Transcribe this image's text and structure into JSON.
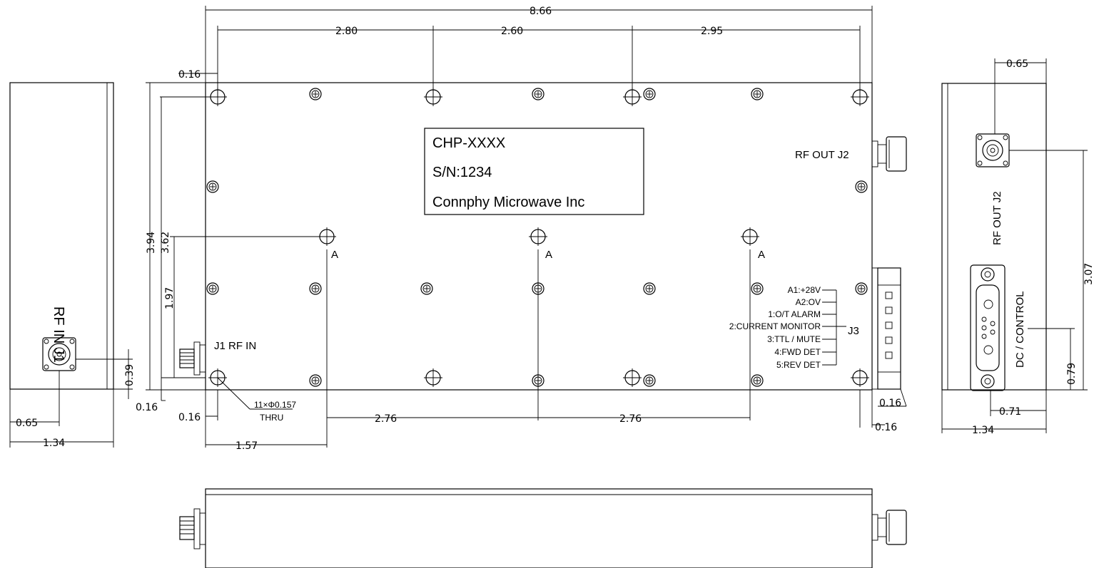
{
  "label_plate": {
    "model": "CHP-XXXX",
    "serial": "S/N:1234",
    "maker": "Connphy Microwave Inc"
  },
  "connectors": {
    "rf_out": "RF OUT J2",
    "rf_in": "J1 RF IN",
    "rf_in_side": "RF IN J1",
    "rf_out_side": "RF OUT J2",
    "dc_control": "DC / CONTROL",
    "j3": "J3"
  },
  "j3_pins": [
    "A1:+28V",
    "A2:OV",
    "1:O/T ALARM",
    "2:CURRENT MONITOR",
    "3:TTL / MUTE",
    "4:FWD DET",
    "5:REV DET"
  ],
  "hole_note": [
    "11×Φ0.157",
    "THRU"
  ],
  "datum": "A",
  "dimensions": {
    "overall_length": "8.66",
    "hole_spacing_1": "2.80",
    "hole_spacing_2": "2.60",
    "hole_spacing_3": "2.95",
    "edge_top": "0.16",
    "height": "3.94",
    "hole_height": "3.62",
    "rf_in_height": "1.97",
    "edge_left": "0.16",
    "edge_bottom": "0.16",
    "datum_spacing_1": "2.76",
    "datum_spacing_2": "2.76",
    "datum_offset": "1.57",
    "j3_offset_a": "0.16",
    "j3_offset_b": "0.16",
    "left_width": "1.34",
    "left_conn_offset": "0.65",
    "left_conn_height": "0.39",
    "right_width": "1.34",
    "right_conn_offset": "0.65",
    "right_conn_height": "3.07",
    "dsub_offset": "0.71",
    "dsub_height": "0.79"
  }
}
